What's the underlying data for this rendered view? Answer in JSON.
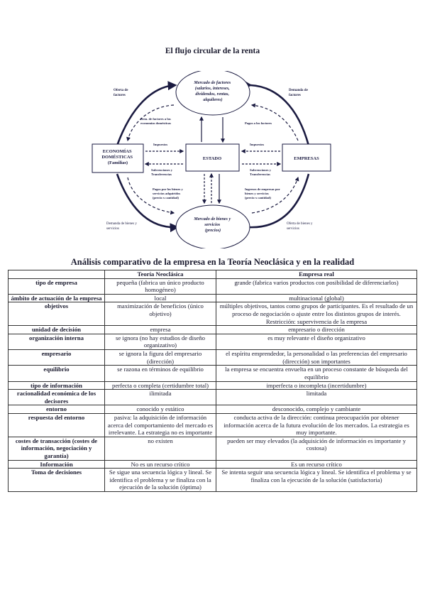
{
  "diagram": {
    "title": "El flujo circular de la renta",
    "factor_market": [
      "Mercado de factores",
      "(salarios, intereses,",
      "dividendos, rentas,",
      "alquileres)"
    ],
    "goods_market": [
      "Mercado de bienes y",
      "servicios",
      "(precios)"
    ],
    "households": [
      "ECONOMÍAS",
      "DOMÉSTICAS",
      "(Familias)"
    ],
    "state": "ESTADO",
    "firms": "EMPRESAS",
    "factor_supply": [
      "Oferta de",
      "factores"
    ],
    "factor_demand": [
      "Demanda de",
      "factores"
    ],
    "factor_income": [
      "Rem. de factores a las",
      "economías domésticas"
    ],
    "factor_payments": "Pagos a los factores",
    "taxes_left": "Impuestos",
    "taxes_right": "Impuestos",
    "subsidies_left": [
      "Subvenciones y",
      "Transferencias"
    ],
    "subsidies_right": [
      "Subvenciones y",
      "Transferencias"
    ],
    "goods_payments": [
      "Pagos por los bienes y",
      "servicios adquiridos",
      "(precio x cantidad)"
    ],
    "firm_income": [
      "Ingresos de empresas por",
      "bienes y servicios",
      "(precio x cantidad)"
    ],
    "goods_demand": [
      "Demanda de bienes y",
      "servicios"
    ],
    "goods_supply": [
      "Oferta de bienes y",
      "servicios"
    ]
  },
  "table": {
    "title": "Análisis comparativo de la empresa en la Teoría Neoclásica y en la realidad",
    "headers": [
      "",
      "Teoría Neoclásica",
      "Empresa real"
    ],
    "rows": [
      [
        "tipo de empresa",
        "pequeña (fabrica un único producto homogéneo)",
        "grande (fabrica varios productos con posibilidad de diferenciarlos)"
      ],
      [
        "ámbito de actuación de la empresa",
        "local",
        "multinacional (global)"
      ],
      [
        "objetivos",
        "maximización de beneficios (único objetivo)",
        "múltiples objetivos, tantos como grupos de participantes. Es el resultado de un proceso de negociación o ajuste entre los distintos grupos de interés. Restricción: supervivencia de la empresa"
      ],
      [
        "unidad de decisión",
        "empresa",
        "empresario o dirección"
      ],
      [
        "organización interna",
        "se ignora (no hay estudios de diseño organizativo)",
        "es muy relevante el diseño organizativo"
      ],
      [
        "empresario",
        "se ignora la figura del empresario (dirección)",
        "el espíritu emprendedor, la personalidad o las preferencias del empresario (dirección) son importantes"
      ],
      [
        "equilibrio",
        "se razona en términos de equilibrio",
        "la empresa se encuentra envuelta en un proceso constante de búsqueda del equilibrio"
      ],
      [
        "tipo de información",
        "perfecta o completa (certidumbre total)",
        "imperfecta o incompleta (incertidumbre)"
      ],
      [
        "racionalidad económica de los decisores",
        "ilimitada",
        "limitada"
      ],
      [
        "entorno",
        "conocido y estático",
        "desconocido, complejo y cambiante"
      ],
      [
        "respuesta del entorno",
        "pasiva: la adquisición de información acerca del comportamiento del mercado es irrelevante. La estrategia no es importante",
        "conducta activa de la dirección: continua preocupación por obtener información acerca de la futura evolución de los mercados. La estrategia es muy importante."
      ],
      [
        "costes de transacción (costes de información, negociación y garantía)",
        "no existen",
        "pueden ser muy elevados (la adquisición de información es importante y costosa)"
      ],
      [
        "Información",
        "No es un recurso crítico",
        "Es un recurso crítico"
      ],
      [
        "Toma de decisiones",
        "Se sigue una secuencia lógica y lineal. Se identifica el problema y se finaliza con la ejecución de la solución (óptima)",
        "Se intenta seguir una secuencia lógica y lineal. Se identifica el problema y se finaliza con la ejecución de la solución (satisfactoria)"
      ]
    ]
  }
}
